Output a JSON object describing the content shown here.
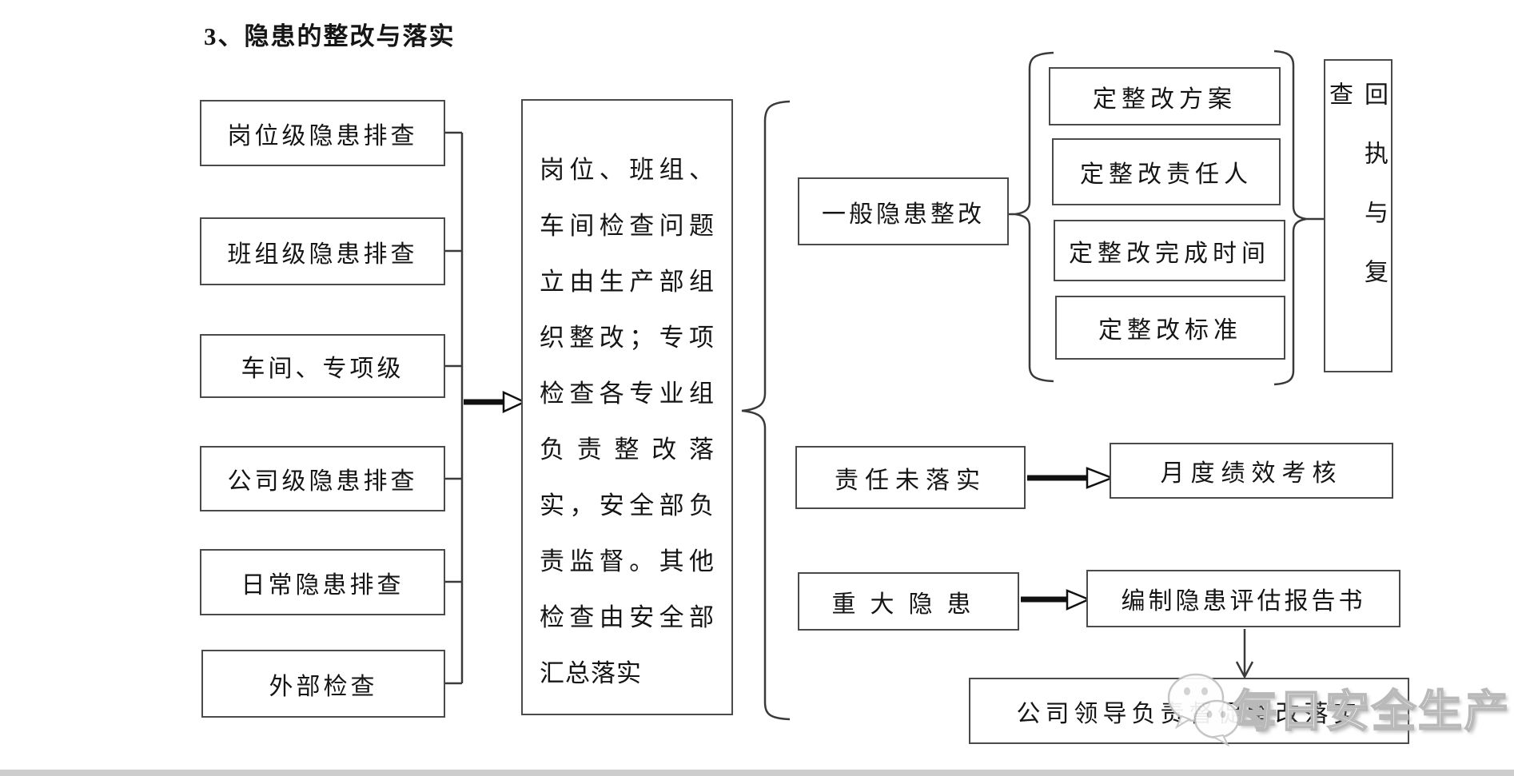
{
  "page": {
    "title": "3、隐患的整改与落实"
  },
  "left_column": {
    "items": [
      {
        "label": "岗位级隐患排查"
      },
      {
        "label": "班组级隐患排查"
      },
      {
        "label": "车间、专项级"
      },
      {
        "label": "公司级隐患排查"
      },
      {
        "label": "日常隐患排查"
      },
      {
        "label": "外部检查"
      }
    ]
  },
  "center": {
    "text": "岗位、班组、车间检查问题立由生产部组织整改；专项检查各专业组负责整改落实，安全部负责监督。其他检查由安全部汇总落实"
  },
  "general_rectification": {
    "label": "一般隐患整改",
    "measures": [
      {
        "label": "定整改方案"
      },
      {
        "label": "定整改责任人"
      },
      {
        "label": "定整改完成时间"
      },
      {
        "label": "定整改标准"
      }
    ],
    "followup": "回执与复查"
  },
  "responsibility_not_fulfilled": {
    "label": "责任未落实",
    "consequence": "月度绩效考核"
  },
  "major_hazard": {
    "label": "重大隐患",
    "report": "编制隐患评估报告书",
    "final": "公司领导负责督促整改落实"
  },
  "watermark": {
    "text": "每日安全生产",
    "icon": "wechat-icon"
  },
  "colors": {
    "line": "#3a3a3a",
    "box_border": "#4a4a4a",
    "text": "#151515",
    "watermark_fill": "#ffffff",
    "watermark_outline": "#b9b9b9"
  }
}
